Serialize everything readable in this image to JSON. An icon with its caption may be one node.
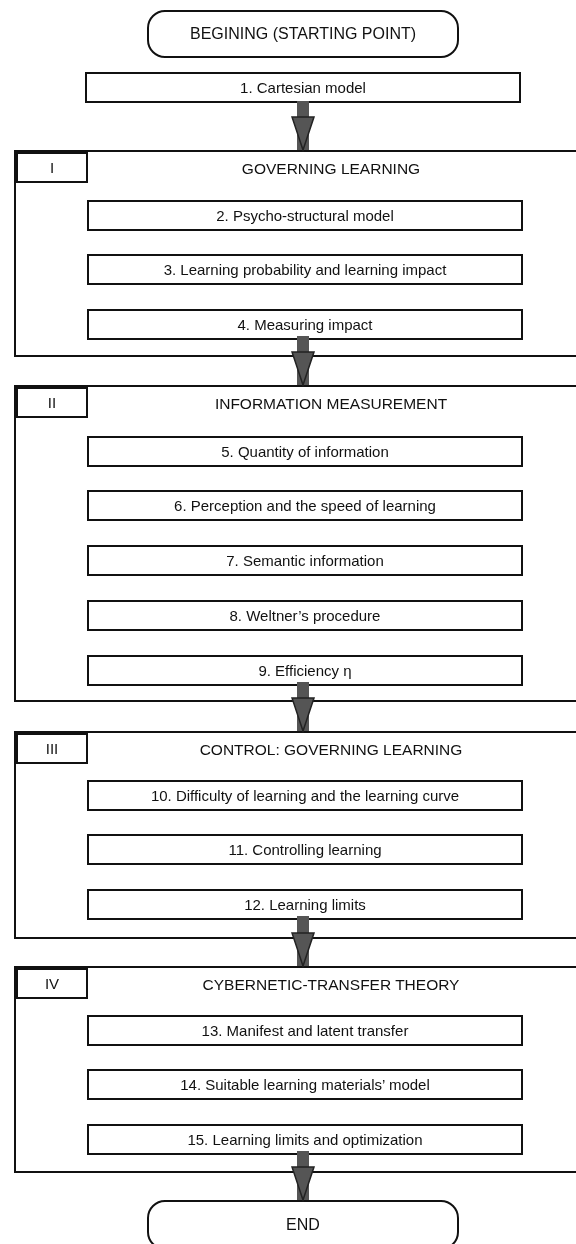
{
  "diagram": {
    "nodes": [
      {
        "text": [
          "BEGINING (STARTING POINT)"
        ]
      },
      {
        "text": [
          "1. Cartesian model"
        ]
      },
      {
        "text": [
          "GOVERNING LEARNING"
        ]
      },
      {
        "text": [
          "I"
        ],
        "in": 2
      },
      {
        "text": [
          "2. Psycho-structural model"
        ],
        "in": 2
      },
      {
        "text": [
          "3. Learning probability and learning impact"
        ],
        "in": 2
      },
      {
        "text": [
          "4. Measuring impact"
        ],
        "in": 2
      },
      {
        "text": [
          "INFORMATION MEASUREMENT"
        ]
      },
      {
        "text": [
          "II"
        ],
        "in": 7
      },
      {
        "text": [
          "5. Quantity of information"
        ],
        "in": 7
      },
      {
        "text": [
          "6. Perception and the speed of learning"
        ],
        "in": 7
      },
      {
        "text": [
          "7. Semantic information"
        ],
        "in": 7
      },
      {
        "text": [
          "8. Weltner’s procedure"
        ],
        "in": 7
      },
      {
        "text": [
          "9. Efficiency η"
        ],
        "in": 7
      },
      {
        "text": [
          "CONTROL: GOVERNING LEARNING"
        ]
      },
      {
        "text": [
          "III"
        ],
        "in": 14
      },
      {
        "text": [
          "10. Difficulty of learning and the learning curve"
        ],
        "in": 14
      },
      {
        "text": [
          "11. Controlling learning"
        ],
        "in": 14
      },
      {
        "text": [
          "12. Learning limits"
        ],
        "in": 14
      },
      {
        "text": [
          "CYBERNETIC-TRANSFER THEORY"
        ]
      },
      {
        "text": [
          "IV"
        ],
        "in": 19
      },
      {
        "text": [
          "13. Manifest and latent transfer"
        ],
        "in": 19
      },
      {
        "text": [
          "14. Suitable learning materials’ model"
        ],
        "in": 19
      },
      {
        "text": [
          "15. Learning limits and optimization"
        ],
        "in": 19
      },
      {
        "text": [
          "END"
        ]
      }
    ],
    "edges": [
      {
        "from": 1,
        "to": 2,
        "arrow": "to"
      },
      {
        "from": 6,
        "to": 7,
        "arrow": "to"
      },
      {
        "from": 13,
        "to": 14,
        "arrow": "to"
      },
      {
        "from": 18,
        "to": 19,
        "arrow": "to"
      },
      {
        "from": 23,
        "to": 24,
        "arrow": "to"
      }
    ]
  }
}
